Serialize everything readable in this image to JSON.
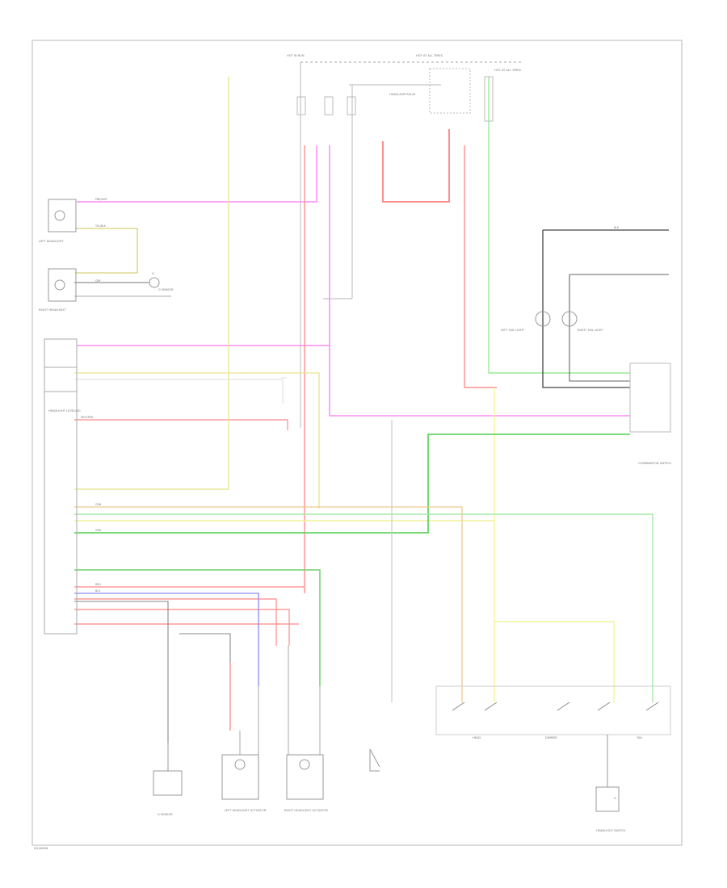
{
  "diagram": {
    "footer_id": "W106658",
    "labels": {
      "hot_in_run_top": "HOT IN RUN",
      "hot_at_all_times": "HOT AT ALL TIMES",
      "hot_at_all_times_2": "HOT AT ALL TIMES",
      "headlamp_relay": "HEADLAMP RELAY",
      "left_headlight": "LEFT HEADLIGHT",
      "right_headlight": "RIGHT HEADLIGHT",
      "headlight_leveling": "HEADLIGHT LEVELING",
      "left_tail_light": "LEFT TAIL LIGHT",
      "right_tail_light": "RIGHT TAIL LIGHT",
      "combination_switch": "COMBINATION SWITCH",
      "left_headlight_actuator": "LEFT HEADLIGHT ACTUATOR",
      "right_headlight_actuator": "RIGHT HEADLIGHT ACTUATOR",
      "g_sensor_top": "G SENSOR",
      "g_sensor_bottom": "G SENSOR",
      "headlight_switch": "HEADLIGHT SWITCH",
      "head": "HEAD",
      "tail": "TAIL",
      "dimmer": "DIMMER",
      "ground_bottom": "G",
      "ground_top": "G"
    },
    "wire_labels": {
      "pink": "PNK/WHT",
      "yellow": "YEL/BLK",
      "white_red": "WHT/RED",
      "red": "RED",
      "green": "GRN",
      "blue": "BLU",
      "black": "BLK",
      "gray": "GRY",
      "orange": "ORN"
    },
    "colors": {
      "pink": "#ff6ef5",
      "yellow": "#f2f28c",
      "red": "#ff8686",
      "green": "#4fcf4f",
      "light_green": "#98ec98",
      "blue": "#7a7af0",
      "black": "#333333",
      "gray": "#9a9a9a",
      "orange": "#f0c890"
    }
  }
}
